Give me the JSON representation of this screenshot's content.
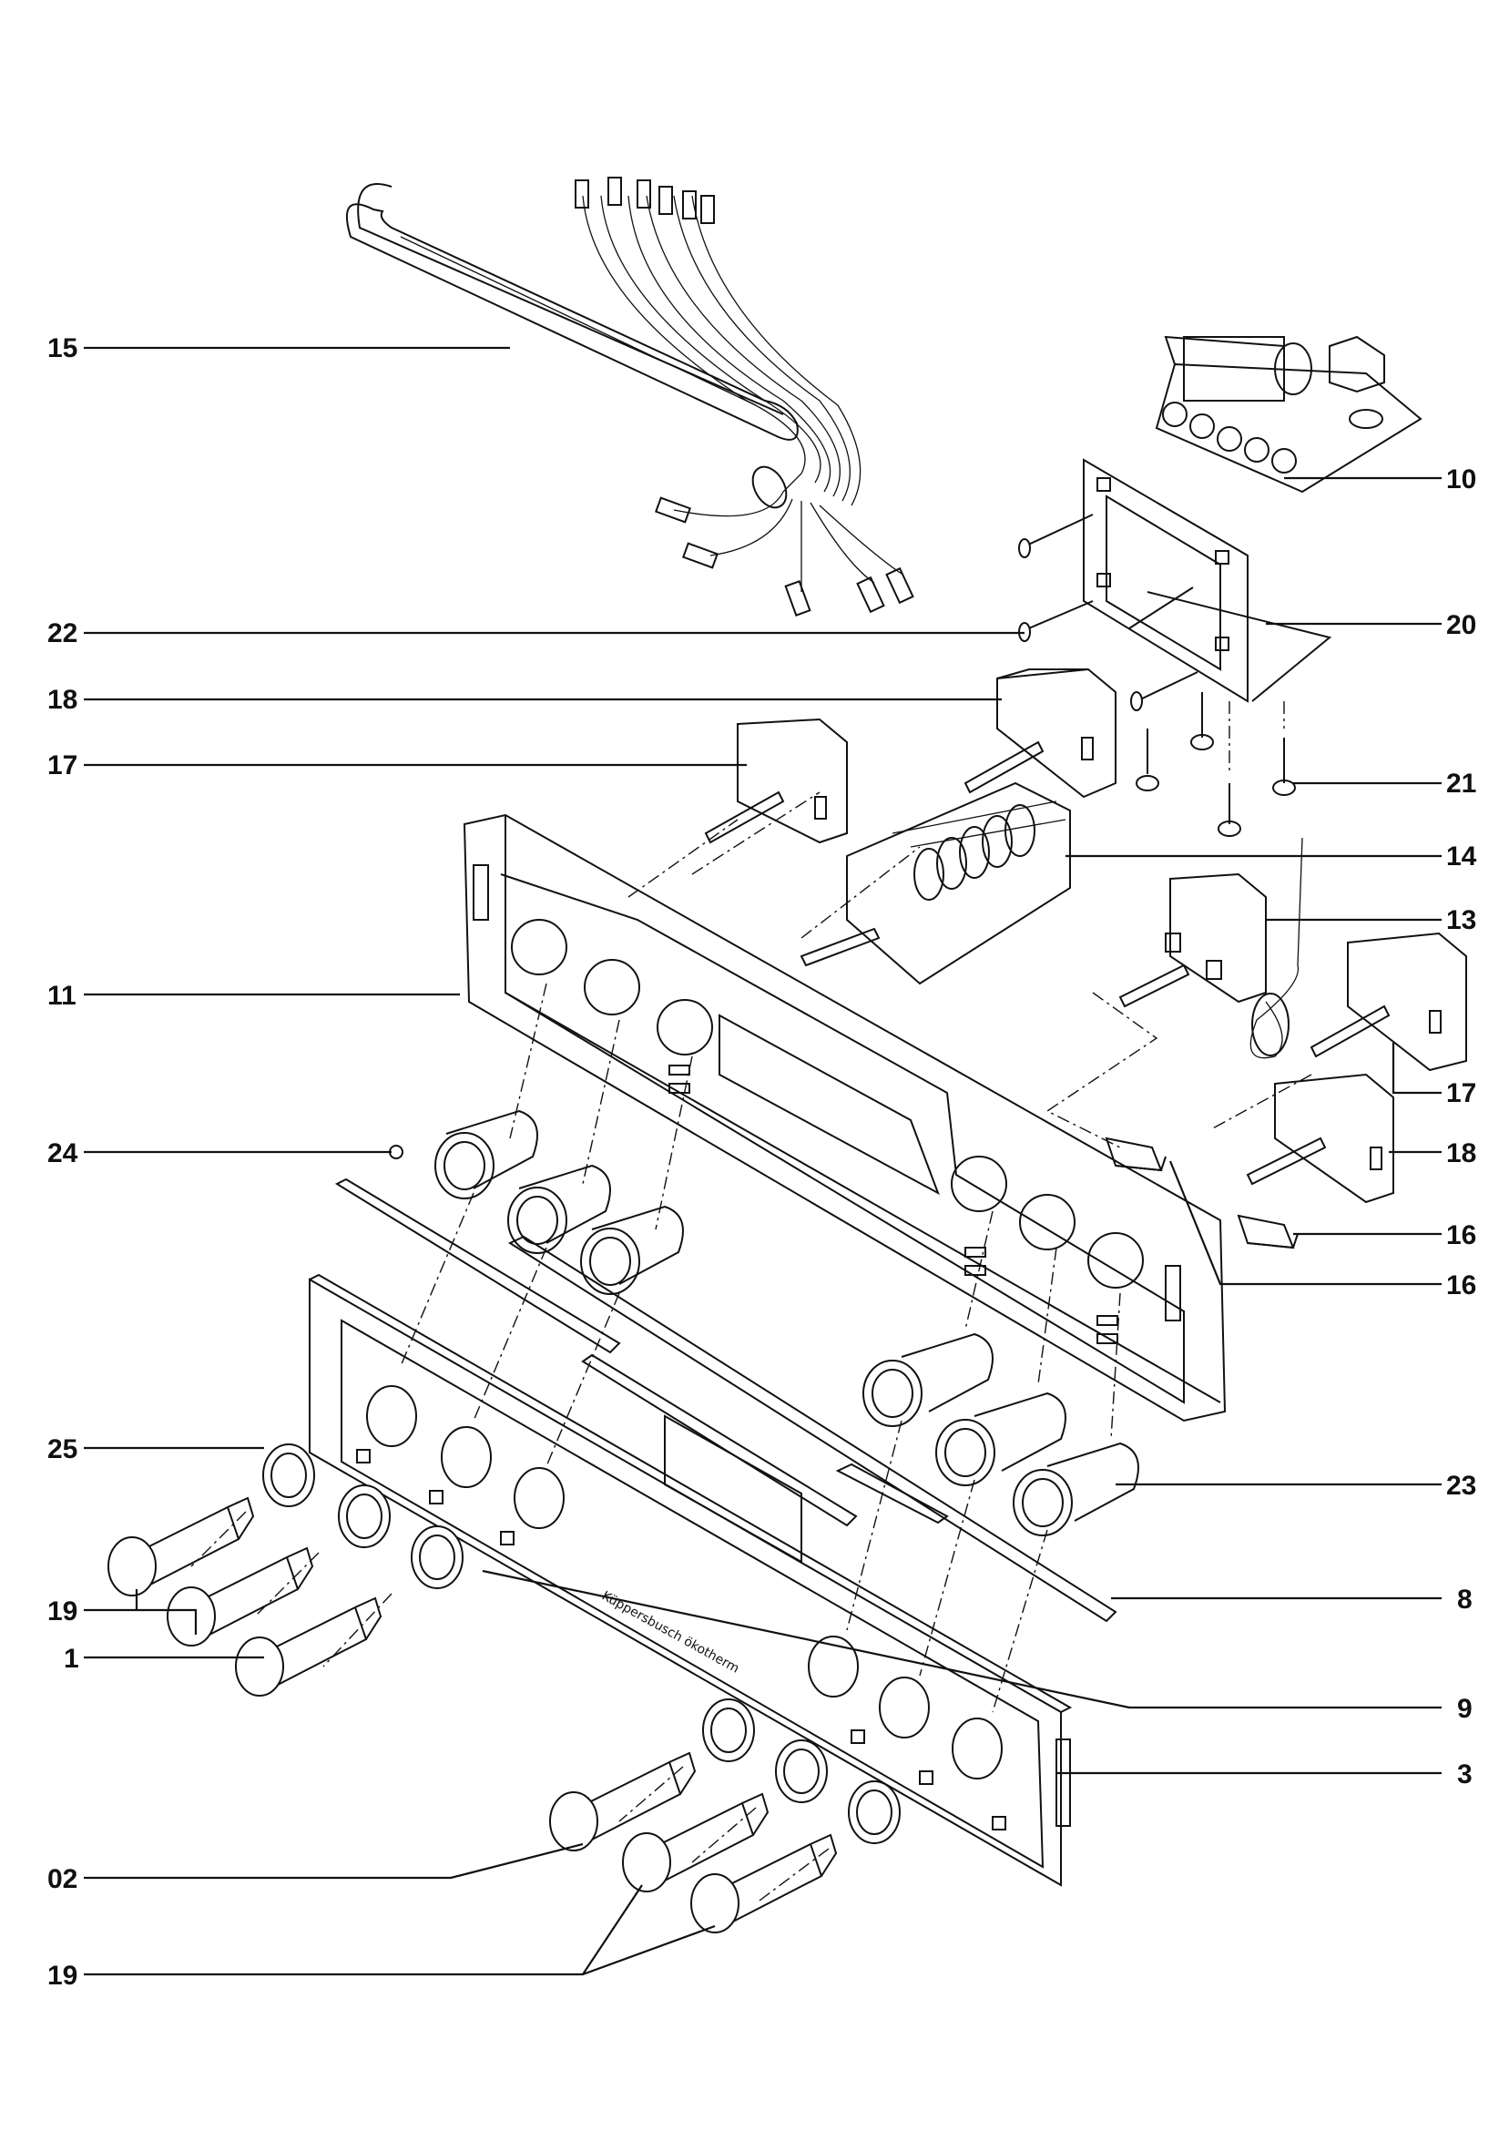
{
  "callouts": [
    {
      "id": "15"
    },
    {
      "id": "10"
    },
    {
      "id": "22"
    },
    {
      "id": "20"
    },
    {
      "id": "18"
    },
    {
      "id": "17"
    },
    {
      "id": "21"
    },
    {
      "id": "14"
    },
    {
      "id": "13"
    },
    {
      "id": "11"
    },
    {
      "id": "17"
    },
    {
      "id": "24"
    },
    {
      "id": "18"
    },
    {
      "id": "16"
    },
    {
      "id": "16"
    },
    {
      "id": "25"
    },
    {
      "id": "23"
    },
    {
      "id": "19"
    },
    {
      "id": "8"
    },
    {
      "id": "1"
    },
    {
      "id": "9"
    },
    {
      "id": "3"
    },
    {
      "id": "02"
    },
    {
      "id": "19"
    }
  ],
  "panel_text": {
    "brand": "Küppersbusch ökotherm"
  }
}
